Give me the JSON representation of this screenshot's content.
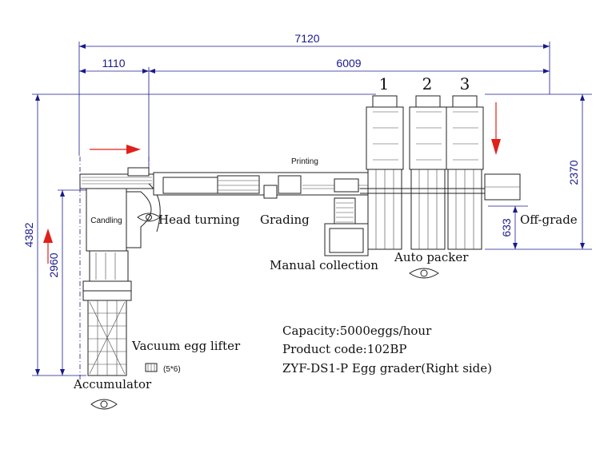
{
  "dimensions": {
    "overall_width": "7120",
    "left_width": "1110",
    "right_width": "6009",
    "overall_height": "4382",
    "left_height": "2960",
    "right_height": "2370",
    "offgrade_height": "633"
  },
  "stations": {
    "candling": "Candling",
    "head_turning": "Head turning",
    "grading": "Grading",
    "printing": "Printing",
    "manual_collection": "Manual collection",
    "auto_packer": "Auto packer",
    "off_grade": "Off-grade",
    "vacuum_egg_lifter": "Vacuum egg lifter",
    "lifter_grid": "(5*6)",
    "accumulator": "Accumulator"
  },
  "packer_numbers": [
    "1",
    "2",
    "3"
  ],
  "info": {
    "capacity": "Capacity:5000eggs/hour",
    "product_code": "Product code:102BP",
    "model": "ZYF-DS1-P Egg grader(Right side)"
  },
  "colors": {
    "dimension": "#1a1a8c",
    "arrow": "#e0201b",
    "linework": "#222222"
  }
}
